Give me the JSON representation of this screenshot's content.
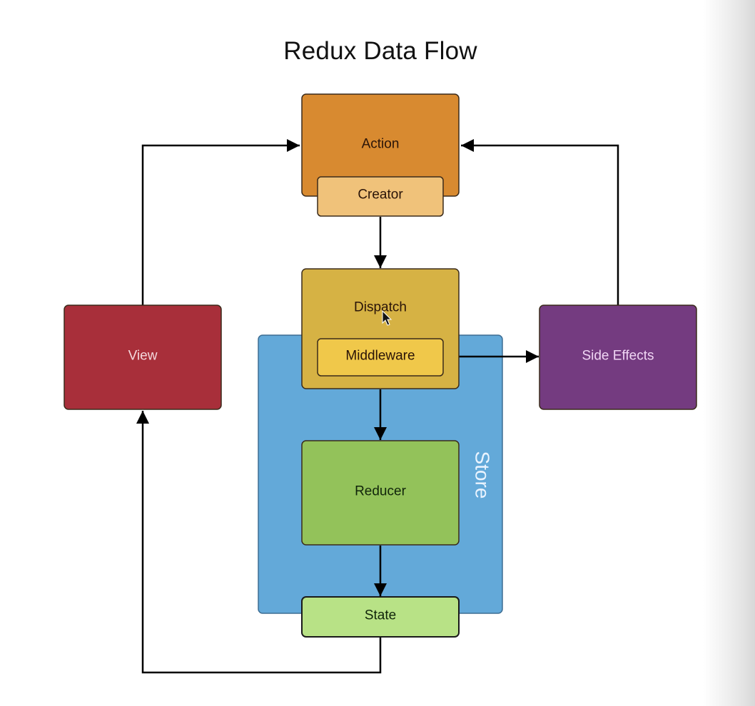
{
  "title": "Redux Data Flow",
  "colors": {
    "action": "#d88a30",
    "creator": "#f0c27a",
    "dispatch": "#d6b244",
    "middleware": "#f0c84a",
    "store": "#63a9d9",
    "reducer": "#93c25a",
    "state": "#b8e286",
    "view": "#a82f3a",
    "side_effects": "#743b80",
    "border": "#3a2a1a",
    "arrow": "#000000",
    "dark_text": "#2a1408",
    "light_text_view": "#f4d8dc",
    "light_text_side": "#f0d6f4",
    "store_text": "#eaf4ff"
  },
  "nodes": {
    "action": "Action",
    "creator": "Creator",
    "dispatch": "Dispatch",
    "middleware": "Middleware",
    "store": "Store",
    "reducer": "Reducer",
    "state": "State",
    "view": "View",
    "side_effects": "Side Effects"
  },
  "edges": [
    {
      "from": "Creator",
      "to": "Dispatch"
    },
    {
      "from": "Dispatch",
      "to": "Reducer"
    },
    {
      "from": "Reducer",
      "to": "State"
    },
    {
      "from": "State",
      "to": "View"
    },
    {
      "from": "View",
      "to": "Action"
    },
    {
      "from": "Middleware",
      "to": "Side Effects"
    },
    {
      "from": "Side Effects",
      "to": "Action"
    }
  ]
}
